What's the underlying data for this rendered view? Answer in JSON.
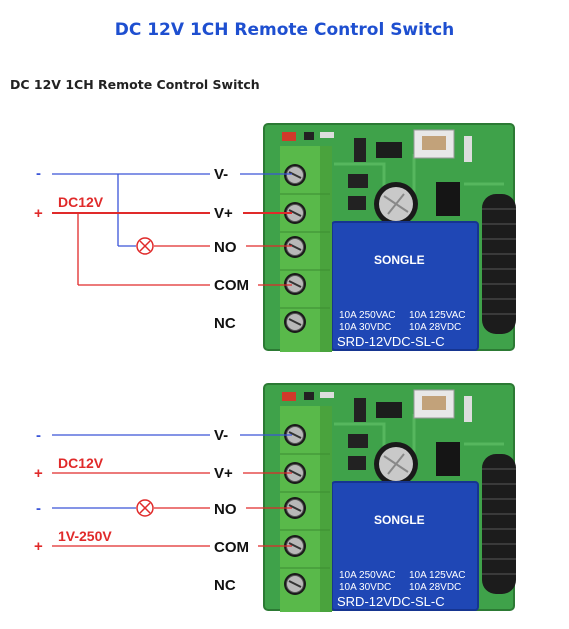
{
  "header": {
    "title": "DC 12V 1CH Remote Control Switch",
    "subtitle": "DC 12V 1CH Remote Control Switch"
  },
  "colors": {
    "title": "#1e4fd0",
    "wire_negative": "#3a55d8",
    "wire_positive": "#e02a2a",
    "pcb_green": "#3fa24a",
    "terminal_green": "#59b94a",
    "relay_blue": "#1f47b5"
  },
  "terminals": [
    "V-",
    "V+",
    "NO",
    "COM",
    "NC"
  ],
  "relay": {
    "brand": "SONGLE",
    "ratings_left": [
      "10A 250VAC",
      "10A 30VDC"
    ],
    "ratings_right": [
      "10A 125VAC",
      "10A 28VDC"
    ],
    "model": "SRD-12VDC-SL-C"
  },
  "diagram1": {
    "minus_sign": "-",
    "plus_sign": "+",
    "supply_label": "DC12V",
    "load_icon": "lamp-icon"
  },
  "diagram2": {
    "minus_sign_1": "-",
    "plus_sign_1": "+",
    "supply_label": "DC12V",
    "minus_sign_2": "-",
    "plus_sign_2": "+",
    "load_supply_label": "1V-250V",
    "load_icon": "lamp-icon"
  }
}
